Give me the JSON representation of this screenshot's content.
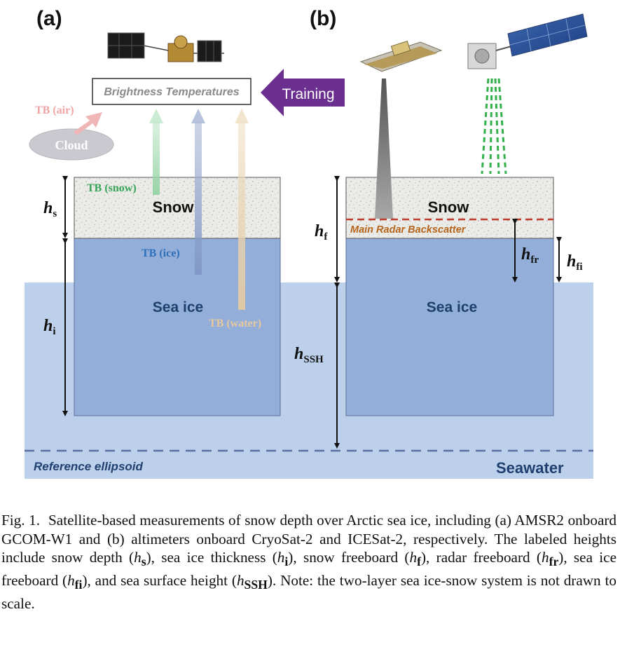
{
  "panels": {
    "a": {
      "label": "(a)",
      "brightness_box": "Brightness Temperatures",
      "training": "Training",
      "tb_air": "TB (air)",
      "cloud": "Cloud",
      "tb_snow": "TB (snow)",
      "snow": "Snow",
      "tb_ice": "TB (ice)",
      "sea_ice": "Sea ice",
      "tb_water": "TB (water)",
      "h_s": "h",
      "h_s_sub": "s",
      "h_i": "h",
      "h_i_sub": "i"
    },
    "b": {
      "label": "(b)",
      "snow": "Snow",
      "main_radar": "Main Radar Backscatter",
      "sea_ice": "Sea ice",
      "h_f": "h",
      "h_f_sub": "f",
      "h_fr": "h",
      "h_fr_sub": "fr",
      "h_fi": "h",
      "h_fi_sub": "fi",
      "h_ssh": "h",
      "h_ssh_sub": "SSH"
    }
  },
  "reference_ellipsoid": "Reference ellipsoid",
  "seawater": "Seawater",
  "caption": {
    "label": "Fig. 1.",
    "t1": "Satellite-based measurements of snow depth over Arctic sea ice, including (a) AMSR2 onboard GCOM-W1 and (b) altimeters onboard CryoSat-2 and ICESat-2, respectively. The labeled heights include snow depth (",
    "s1": "s",
    "t2": "), sea ice thickness (",
    "s2": "i",
    "t3": "), snow freeboard (",
    "s3": "f",
    "t4": "), radar freeboard (",
    "s4": "fr",
    "t5": "), sea ice freeboard (",
    "s5": "fi",
    "t6": "), and sea surface height (",
    "s6": "SSH",
    "t7": "). Note: the two-layer sea ice-snow system is not drawn to scale.",
    "h": "h"
  },
  "colors": {
    "seawater": "#bcd0ec",
    "sea_ice": "#93afd9",
    "snow": "#e8e8e4",
    "training_arrow": "#6b2f90",
    "radar_line": "#c0392b",
    "laser": "#33b04a",
    "sea_ice_text": "#1f3f6e"
  }
}
